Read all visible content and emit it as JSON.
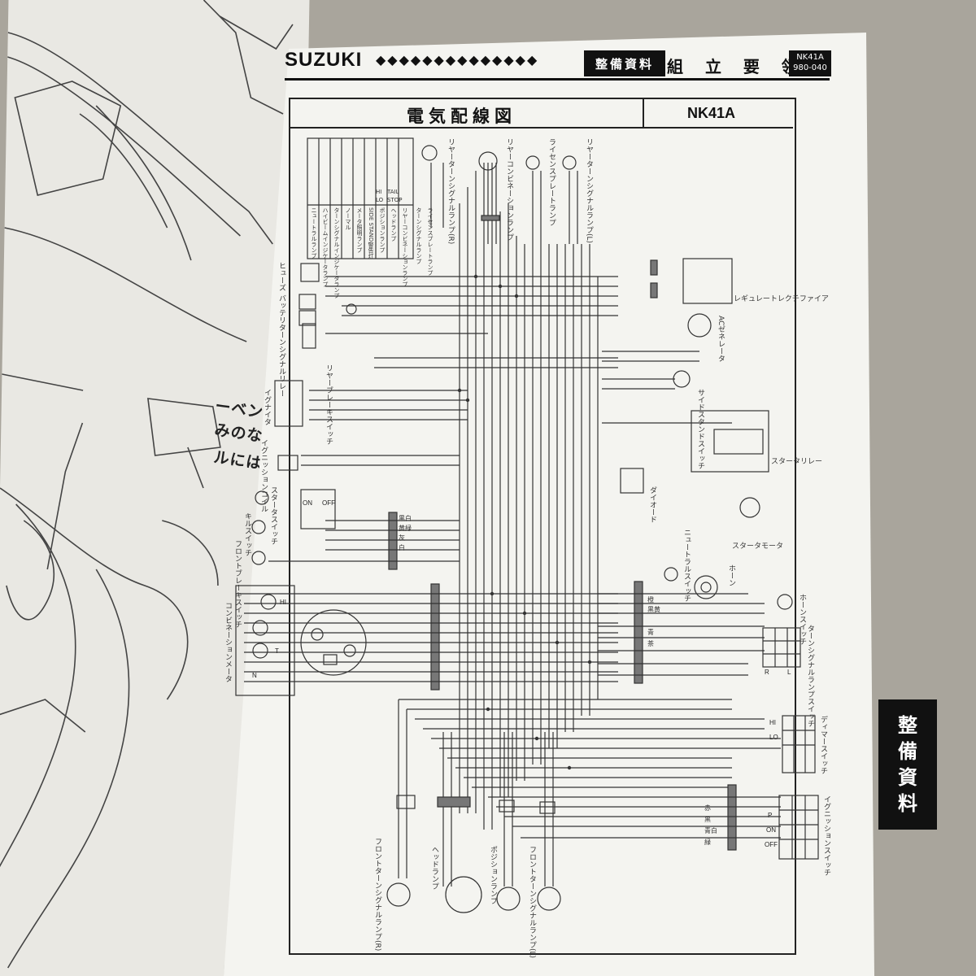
{
  "left_page": {
    "annotation_1": "ーベントホースの先端",
    "annotation_2": "みのないようにタン",
    "annotation_3": "ルにはさむ"
  },
  "header": {
    "brand": "SUZUKI",
    "diamonds": "◆◆◆◆◆◆◆◆◆◆◆◆◆◆",
    "section": "整備資料",
    "title": "組 立 要 領",
    "model_code": "NK41A",
    "doc_number": "980-040"
  },
  "diagram": {
    "title": "電気配線図",
    "model": "NK41A"
  },
  "side_tab": [
    "整",
    "備",
    "資",
    "料"
  ],
  "components": {
    "fuse": "ヒューズ",
    "battery": "バッテリ",
    "turn_relay": "ターンシグナルリレー",
    "rear_brake_switch": "リヤーブレーキスイッチ",
    "igniter": "イグナイタ",
    "ignition_coil": "イグニッションコイル",
    "starter_switch": "スタータスイッチ",
    "kill_switch": "キルスイッチ",
    "front_brake_switch": "フロントブレーキスイッチ",
    "combination_meter": "コンビネーションメータ",
    "regulator": "レギュレートレクチファイア",
    "ac_generator": "ACゼネレータ",
    "side_stand_switch": "サイドスタンドスイッチ",
    "starter_relay": "スタータリレー",
    "diode": "ダイオード",
    "starter_motor": "スタータモータ",
    "neutral_switch": "ニュートラルスイッチ",
    "horn": "ホーン",
    "horn_switch": "ホーンスイッチ",
    "turn_switch": "ターンシグナルランプスイッチ",
    "dimmer_switch": "ディマースイッチ",
    "ignition_switch": "イグニッションスイッチ",
    "front_turn_r": "フロントターンシグナルランプ(R)",
    "headlamp": "ヘッドランプ",
    "position_lamp": "ポジションランプ",
    "front_turn_l": "フロントターンシグナルランプ(L)",
    "rear_turn_r": "リヤーターンシグナルランプ(R)",
    "rear_combination": "リヤーコンビネーションランプ",
    "license_lamp": "ライセンスプレートランプ",
    "rear_turn_l": "リヤーターンシグナルランプ(L)"
  },
  "legend": {
    "rows": [
      "ニュートラルランプ",
      "ハイビームインジケータランプ",
      "ターンシグナルインジケータランプ",
      "ノーマル",
      "メータ照明ランプ",
      "SIDE STAND警告灯",
      "ポジションランプ",
      "ヘッドランプ",
      "リヤーコンビネーションランプ",
      "ターンシグナルランプ",
      "ライセンスプレートランプ"
    ],
    "specs": [
      "HI",
      "LO",
      "TAIL",
      "STOP"
    ]
  },
  "switch_labels": {
    "ignition": [
      "OFF",
      "ON",
      "P"
    ],
    "dimmer": [
      "HI",
      "LO"
    ],
    "turn": [
      "R",
      "L"
    ],
    "kill": [
      "ON",
      "OFF"
    ],
    "meter": [
      "HI",
      "N",
      "T"
    ]
  },
  "wire_colors": [
    "黒",
    "黒白",
    "黒黄",
    "黄緑",
    "青",
    "青白",
    "赤",
    "白",
    "灰",
    "茶",
    "橙",
    "緑"
  ]
}
